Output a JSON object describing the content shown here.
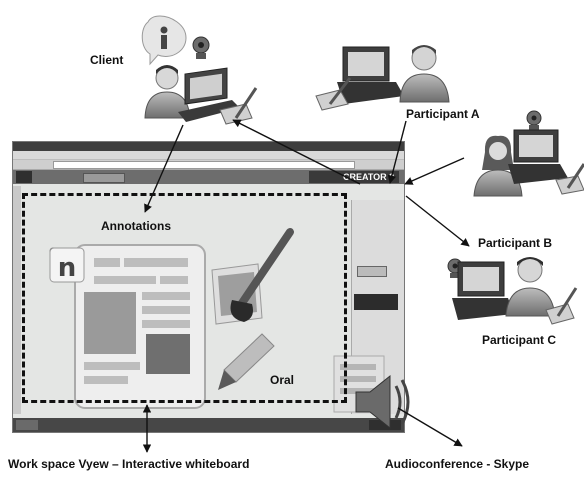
{
  "labels": {
    "client": "Client",
    "participant_a": "Participant A",
    "participant_b": "Participant B",
    "participant_c": "Participant C",
    "annotations": "Annotations",
    "oral": "Oral",
    "workspace": "Work space Vyew – Interactive whiteboard",
    "audioconference": "Audioconference - Skype"
  },
  "screen": {
    "app_brand": "CREATOR 9",
    "doc_icon_letter": "n"
  },
  "icons": {
    "client_badge": "info-icon"
  },
  "colors": {
    "frame": "#111111",
    "laptop": "#3a3a3a",
    "person_hair": "#333333"
  }
}
